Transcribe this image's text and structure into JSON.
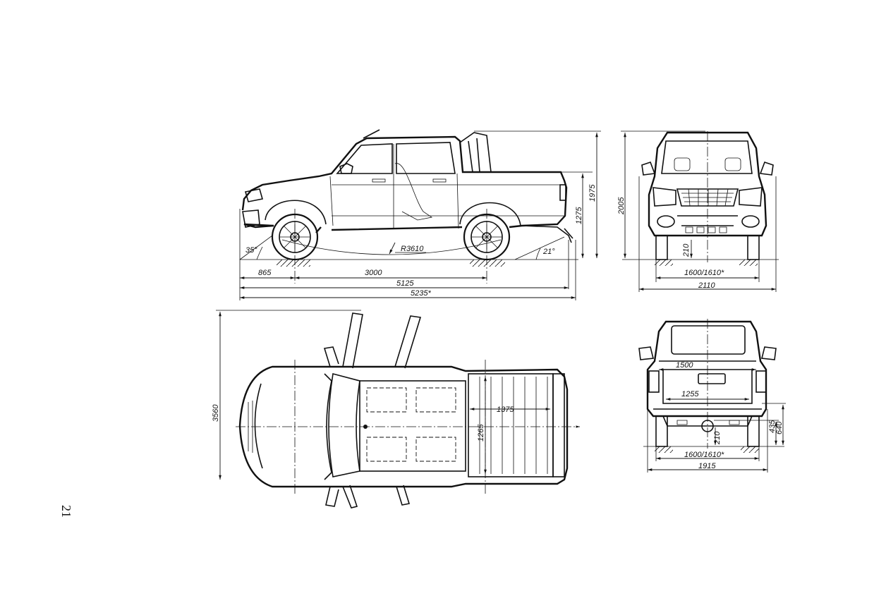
{
  "page": {
    "number": "21"
  },
  "side_view": {
    "dims": {
      "front_overhang": "865",
      "wheelbase": "3000",
      "length": "5125",
      "length_alt": "5235*",
      "height_bed": "1275",
      "height_total": "1975",
      "ramp_radius": "R3610",
      "approach_angle": "35°",
      "departure_angle": "21°"
    }
  },
  "front_view": {
    "dims": {
      "height": "2005",
      "ground_clearance": "210",
      "track": "1600/1610*",
      "width_mirrors": "2110"
    }
  },
  "top_view": {
    "dims": {
      "width_doors_open": "3560",
      "bed_length": "1375",
      "bed_width": "1265"
    }
  },
  "rear_view": {
    "dims": {
      "bed_width_top": "1500",
      "bed_width_inner": "1255",
      "ground_clearance": "210",
      "track": "1600/1610*",
      "width": "1915",
      "hitch_height": "435",
      "bumper_height": "640"
    }
  }
}
